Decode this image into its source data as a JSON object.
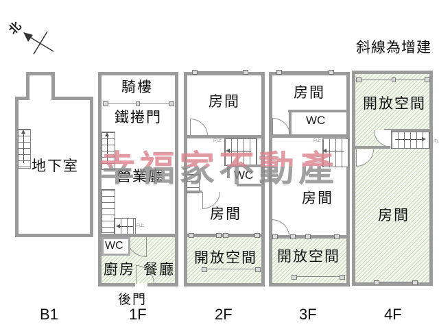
{
  "header": {
    "north": "北",
    "note": "斜線為增建"
  },
  "watermark": "幸福家不動產",
  "stairs_note": "向上",
  "floors": {
    "b1": {
      "name": "B1",
      "basement": "地下室"
    },
    "f1": {
      "name": "1F",
      "arcade": "騎樓",
      "shutter": "鐵捲門",
      "hall": "營業廳",
      "wc": "WC",
      "kitchen": "廚房",
      "dining": "餐廳",
      "back_door": "後門"
    },
    "f2": {
      "name": "2F",
      "room_top": "房間",
      "wc": "WC",
      "room_mid": "房間",
      "open_space": "開放空間"
    },
    "f3": {
      "name": "3F",
      "room_top": "房間",
      "wc": "WC",
      "room_mid": "房間",
      "open_space": "開放空間"
    },
    "f4": {
      "name": "4F",
      "open_space": "開放空間",
      "room": "房間"
    }
  },
  "colors": {
    "wall": "#9b9b9b",
    "hatch_bg": "#f4f8ef",
    "hatch_line": "#96b473",
    "watermark_pink": "#db858e",
    "watermark_gray": "#8d8d8d"
  }
}
